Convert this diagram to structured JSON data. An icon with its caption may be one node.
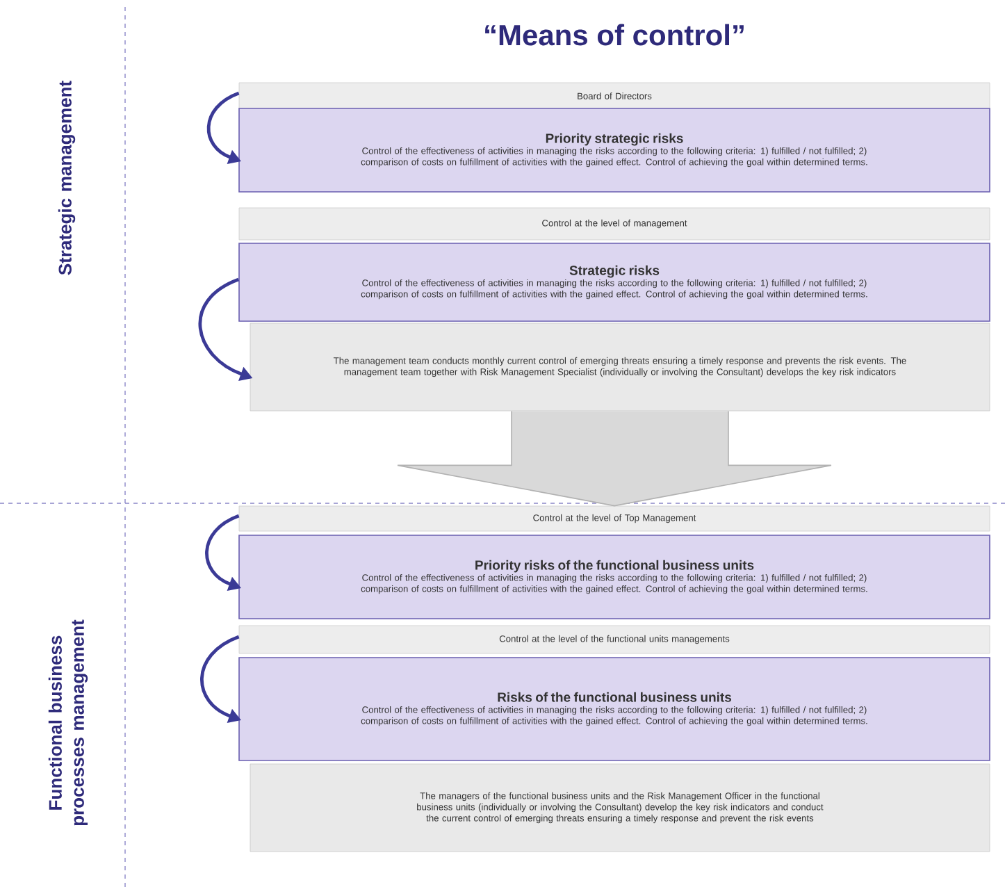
{
  "diagram": {
    "title": "“Means of control”",
    "nodes": [
      {
        "text": [
          "Board of Directors"
        ]
      },
      {
        "text": [
          "Priority strategic risks",
          "Control of the effectiveness of activities in managing the risks according to the following criteria: 1) fulfilled / not fulfilled; 2) comparison of costs on fulfillment of activities with the gained effect. Control of achieving the goal within determined terms."
        ]
      },
      {
        "text": [
          "Control at the level of management"
        ]
      },
      {
        "text": [
          "Strategic risks",
          "Control of the effectiveness of activities in managing the risks according to the following criteria: 1) fulfilled / not fulfilled; 2) comparison of costs on fulfillment of activities with the gained effect. Control of achieving the goal within determined terms."
        ]
      },
      {
        "text": [
          "The management team conducts monthly current control of emerging threats ensuring a timely response and prevents the risk events. The management team together with Risk Management Specialist (individually or involving the Consultant) develops the key risk indicators"
        ]
      },
      {
        "text": [
          "Control at the level of Top Management"
        ]
      },
      {
        "text": [
          "Priority risks of the functional business units",
          "Control of the effectiveness of activities in managing the risks according to the following criteria: 1) fulfilled / not fulfilled; 2) comparison of costs on fulfillment of activities with the gained effect. Control of achieving the goal within determined terms."
        ]
      },
      {
        "text": [
          "Control at the level of the functional units managements"
        ]
      },
      {
        "text": [
          "Risks of the functional business units",
          "Control of the effectiveness of activities in managing the risks according to the following criteria: 1) fulfilled / not fulfilled; 2) comparison of costs on fulfillment of activities with the gained effect. Control of achieving the goal within determined terms."
        ]
      },
      {
        "text": [
          "The managers of the functional business units and the Risk Management Officer in the functional business units (individually or involving the Consultant) develop the key risk indicators and conduct the current control of emerging threats ensuring a timely response and prevent the risk events"
        ]
      }
    ],
    "edges": [
      {
        "from": 0,
        "to": 1,
        "arrow": "to"
      },
      {
        "from": 3,
        "to": 4,
        "arrow": "to"
      },
      {
        "from": 4,
        "to": 5,
        "arrow": "to",
        "style": "thick",
        "color": "#d9d9d9"
      },
      {
        "from": 5,
        "to": 6,
        "arrow": "to"
      },
      {
        "from": 7,
        "to": 8,
        "arrow": "to"
      }
    ],
    "labels": [
      "Strategic management",
      "Functional business processes management"
    ]
  }
}
